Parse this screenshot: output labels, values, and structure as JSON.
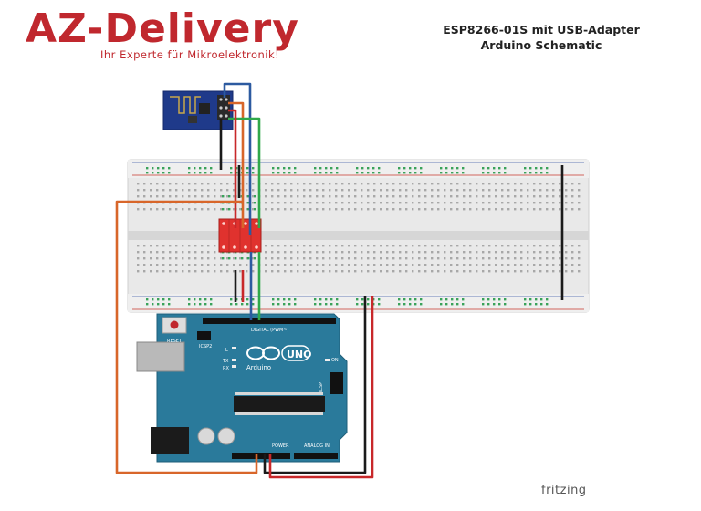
{
  "logo": {
    "brand": "AZ-Delivery",
    "tagline": "Ihr Experte für Mikroelektronik!",
    "color": "#c0282e"
  },
  "title": {
    "line1": "ESP8266-01S mit USB-Adapter",
    "line2": "Arduino Schematic"
  },
  "watermark": "fritzing",
  "arduino": {
    "logo_text": "UNO",
    "brand_text": "Arduino",
    "reset_label": "RESET",
    "icsp_label": "ICSP2",
    "icsp1_label": "ICSP",
    "digital_label": "DIGITAL (PWM~)",
    "power_label": "POWER",
    "analog_label": "ANALOG IN",
    "led_labels": [
      "L",
      "TX",
      "RX"
    ],
    "on_label": "ON",
    "color": "#2a7a9b"
  },
  "wires": {
    "black": "#1a1a1a",
    "red": "#c8282a",
    "blue": "#2c5aa0",
    "orange": "#d8662a",
    "green": "#2fa84a"
  },
  "breadboard_color": "#e9e9e9",
  "level_shifter_color": "#e0322e",
  "esp_color": "#1f3a8a"
}
